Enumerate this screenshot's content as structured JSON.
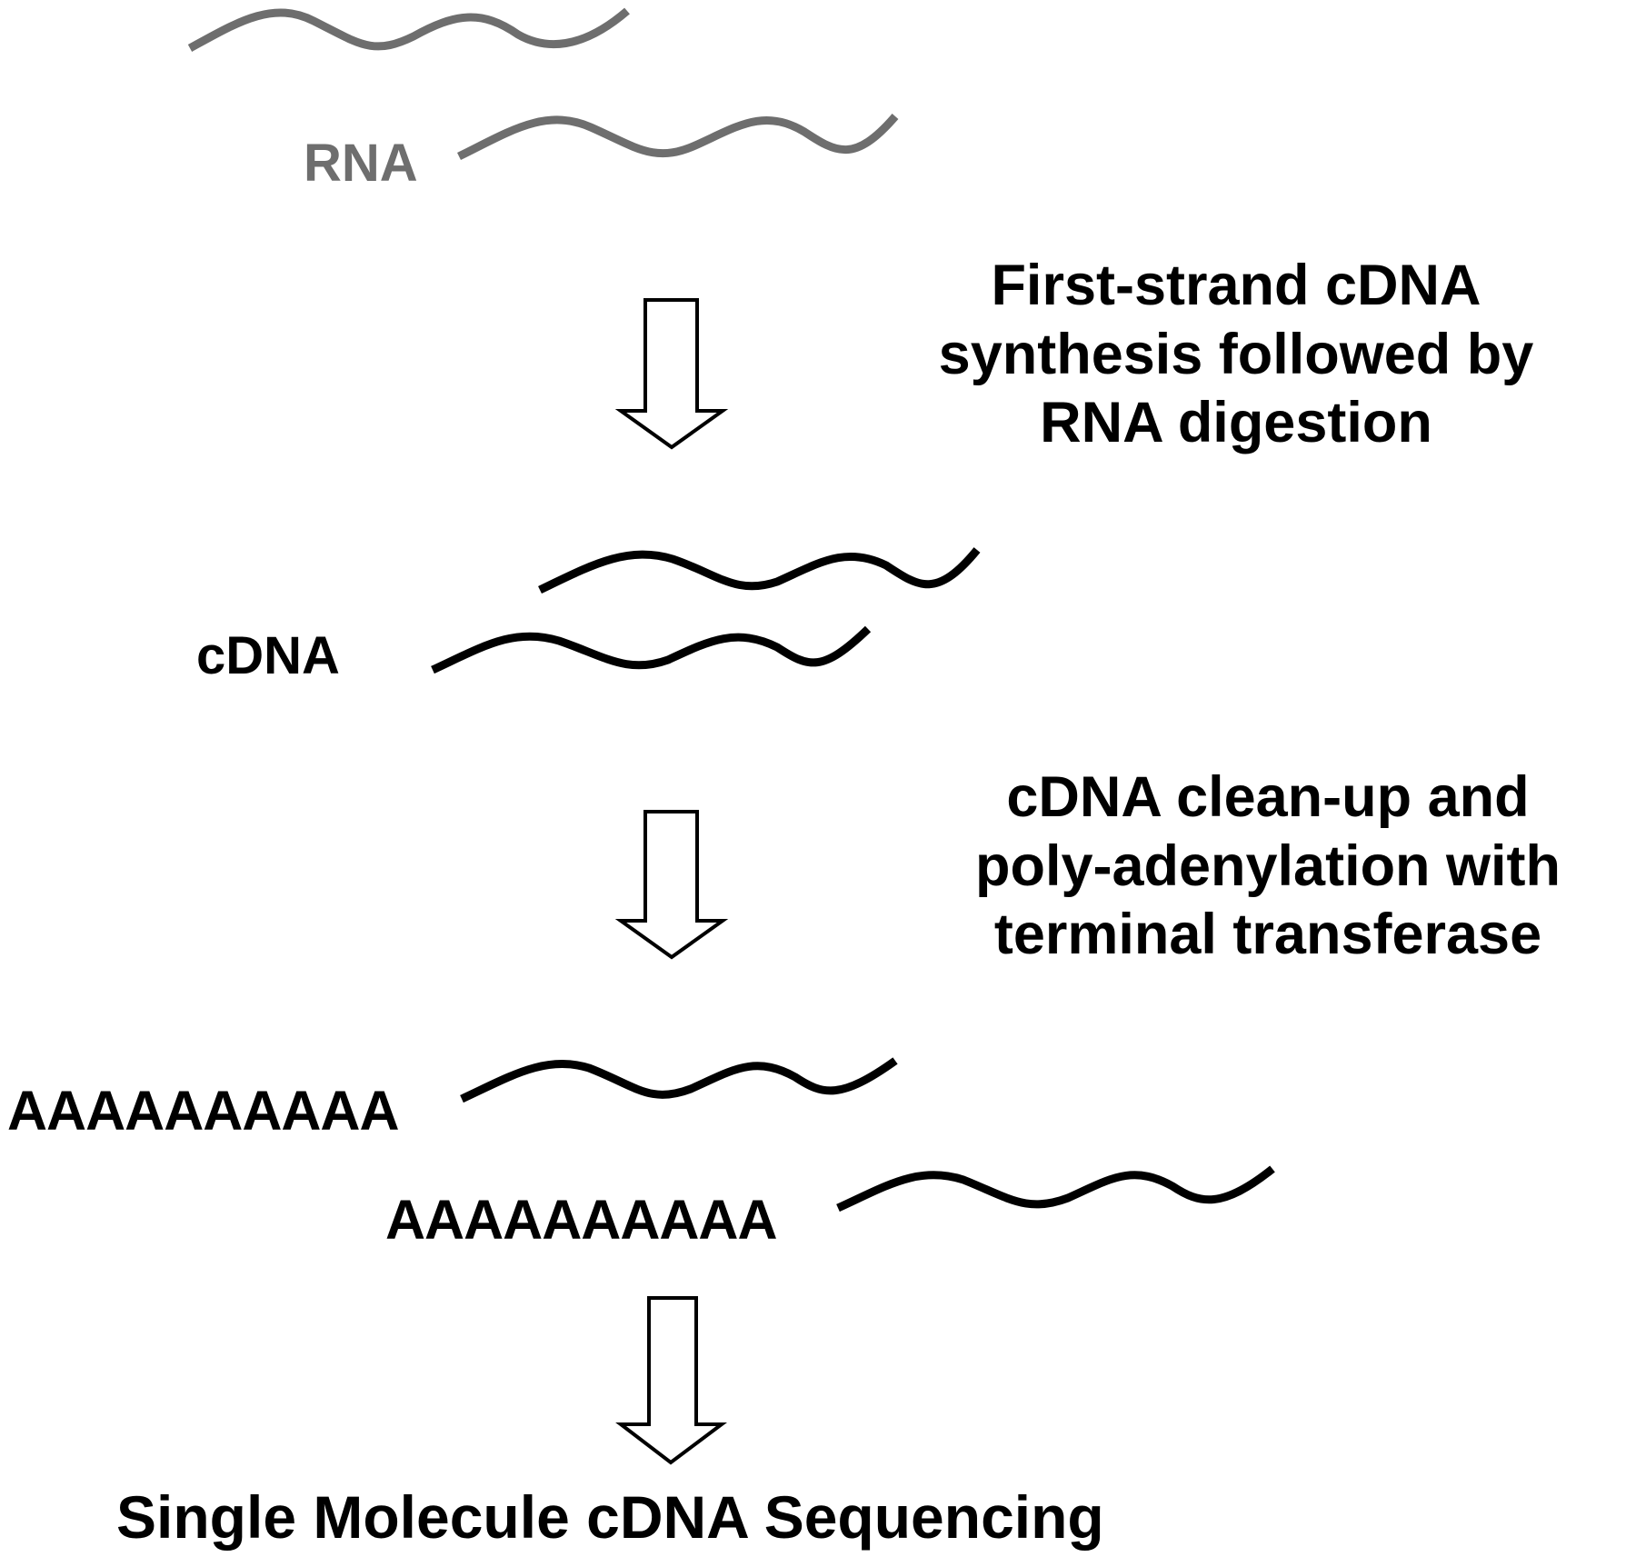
{
  "colors": {
    "rna": "#6e6e6e",
    "dna": "#000000",
    "background": "#ffffff"
  },
  "labels": {
    "rna": "RNA",
    "cdna": "cDNA",
    "polyA_1": "AAAAAAAAAA",
    "polyA_2": "AAAAAAAAAA",
    "final": "Single Molecule cDNA Sequencing"
  },
  "steps": [
    {
      "lines": [
        "First-strand cDNA",
        "synthesis followed by",
        "RNA digestion"
      ]
    },
    {
      "lines": [
        "cDNA clean-up and",
        "poly-adenylation with",
        "terminal transferase"
      ]
    }
  ],
  "strands": [
    {
      "name": "rna-strand-1",
      "type": "rna"
    },
    {
      "name": "rna-strand-2",
      "type": "rna"
    },
    {
      "name": "cdna-strand-1",
      "type": "dna"
    },
    {
      "name": "cdna-strand-2",
      "type": "dna"
    },
    {
      "name": "polya-cdna-strand-1",
      "type": "dna"
    },
    {
      "name": "polya-cdna-strand-2",
      "type": "dna"
    }
  ],
  "arrows": [
    {
      "name": "arrow-step-1"
    },
    {
      "name": "arrow-step-2"
    },
    {
      "name": "arrow-step-3"
    }
  ]
}
